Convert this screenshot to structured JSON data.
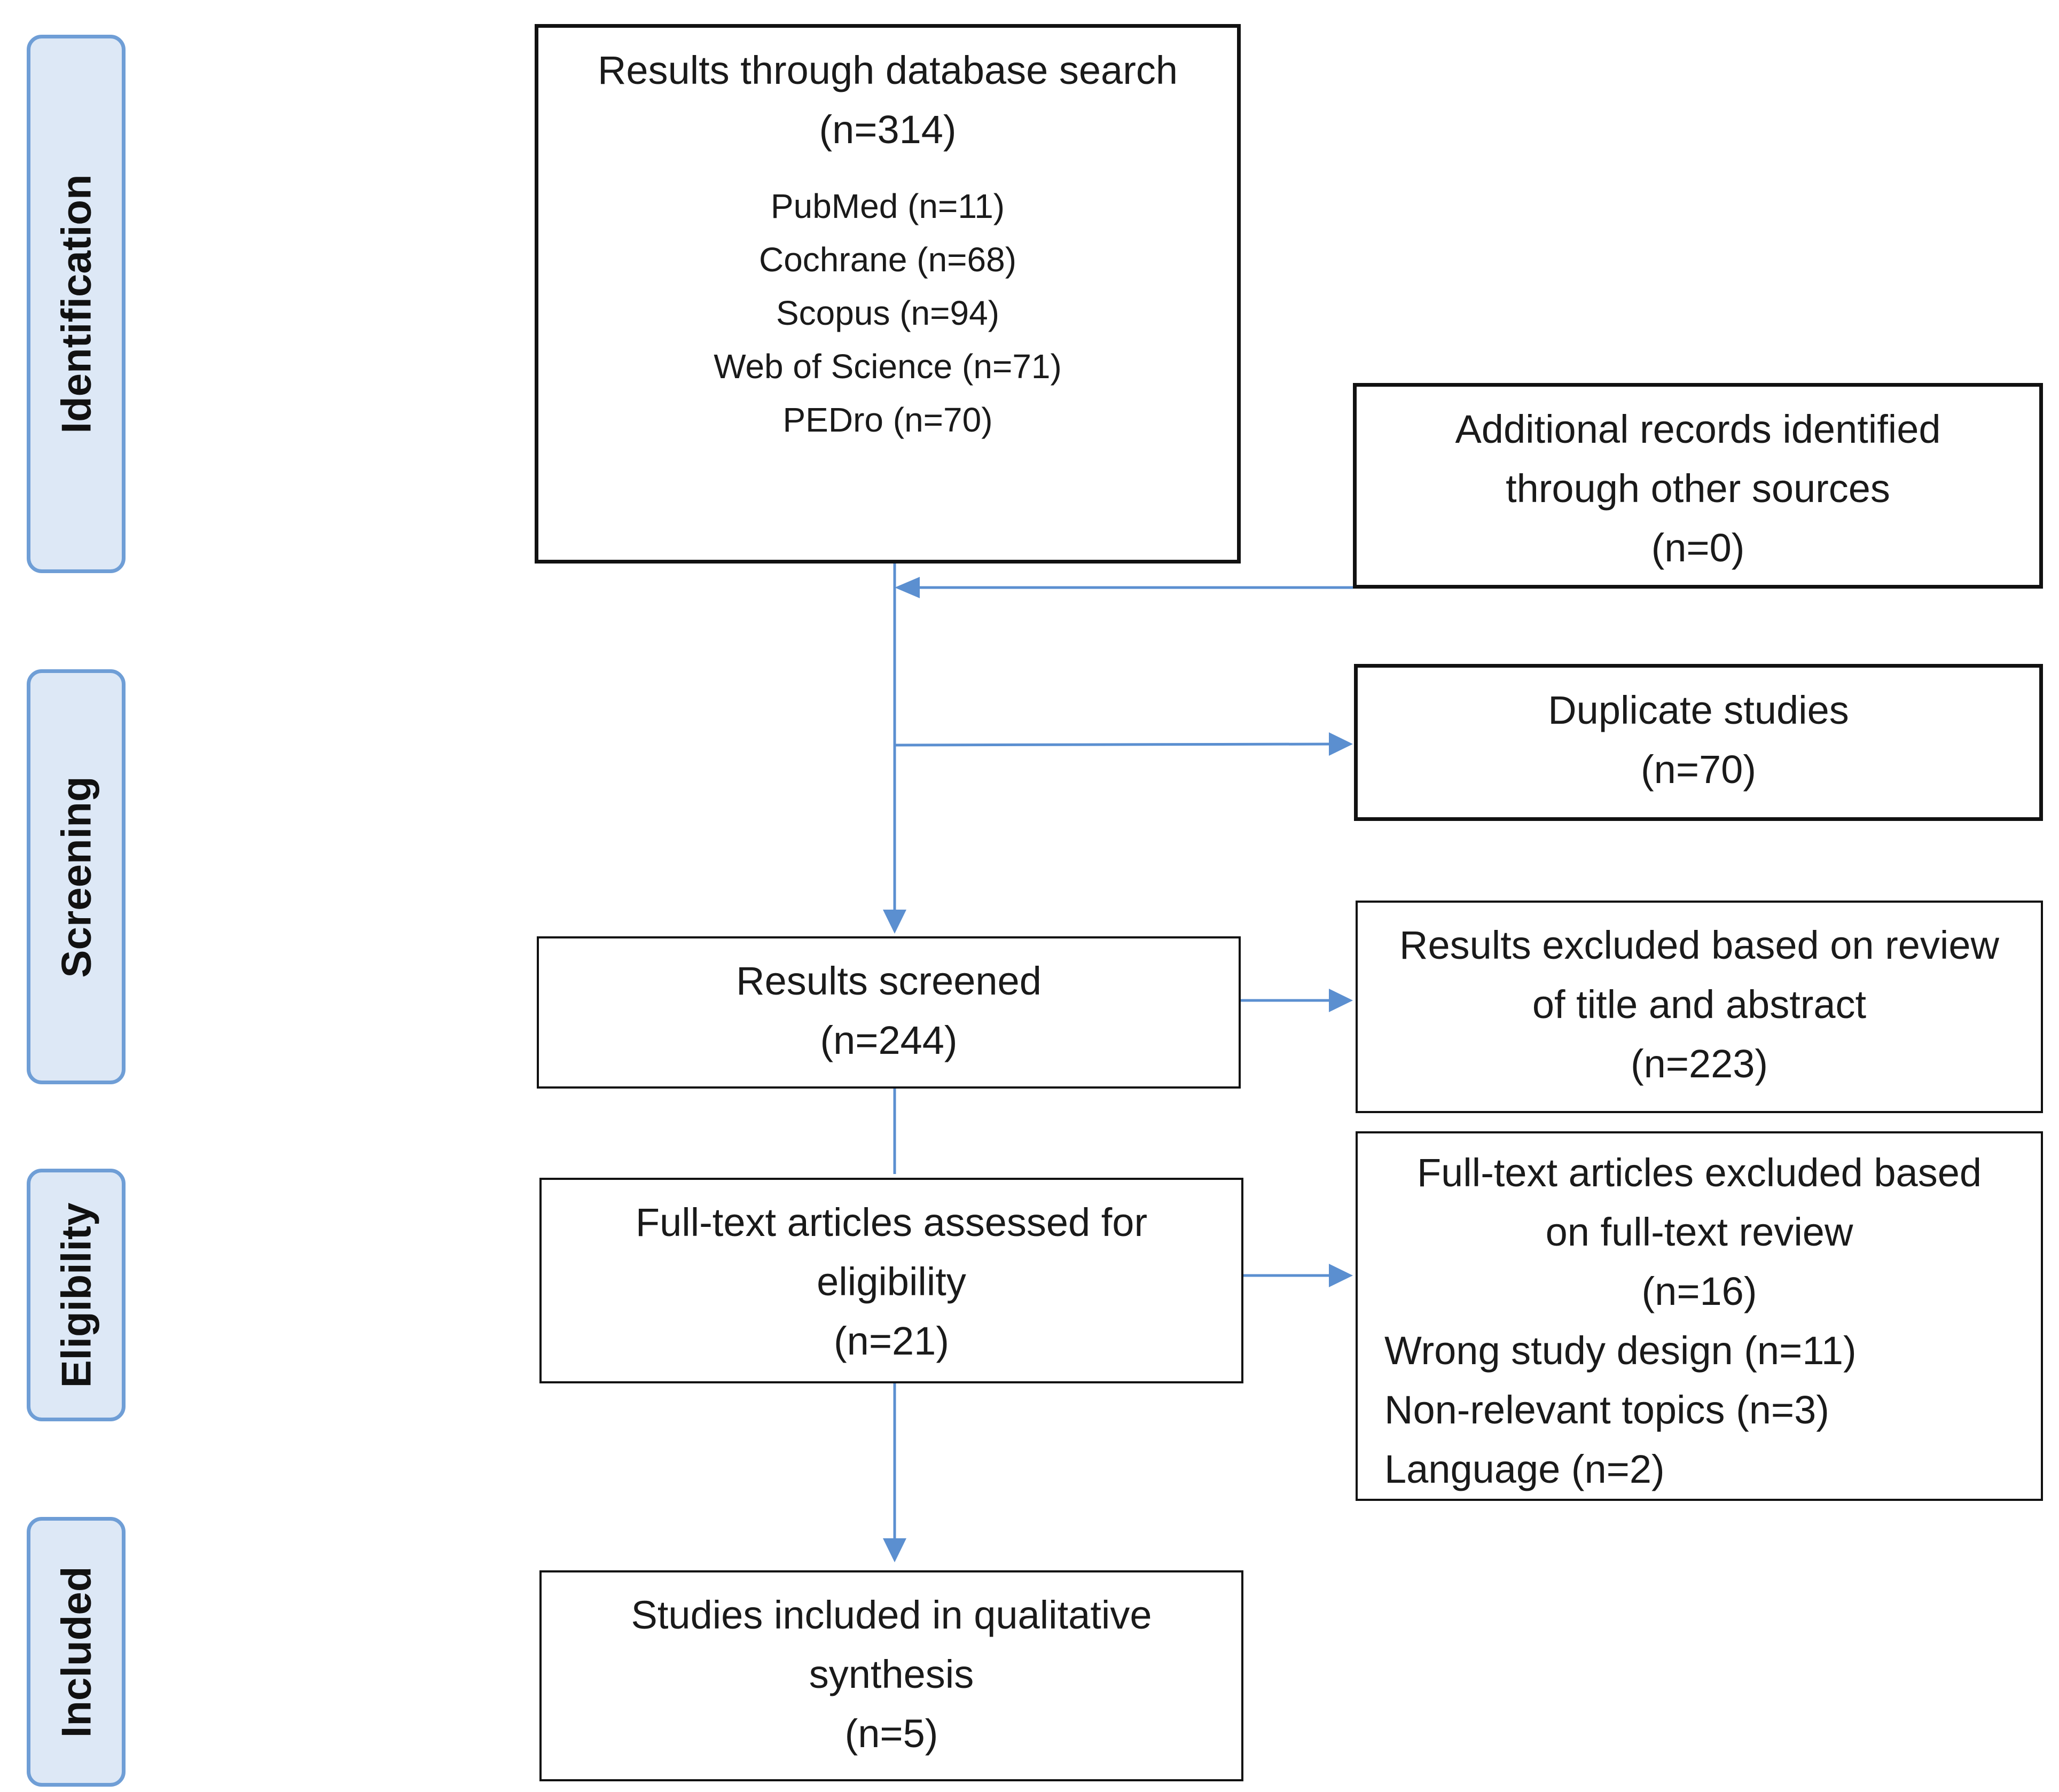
{
  "stages": {
    "identification": "Identification",
    "screening": "Screening",
    "eligibility": "Eligibility",
    "included": "Included"
  },
  "database_search": {
    "title": "Results through database search",
    "count": "(n=314)",
    "sources": [
      "PubMed (n=11)",
      "Cochrane (n=68)",
      "Scopus (n=94)",
      "Web of Science (n=71)",
      "PEDro (n=70)"
    ]
  },
  "additional_records": {
    "line1": "Additional records identified",
    "line2": "through other sources",
    "count": "(n=0)"
  },
  "duplicates": {
    "title": "Duplicate studies",
    "count": "(n=70)"
  },
  "screened": {
    "title": "Results screened",
    "count": "(n=244)"
  },
  "excluded_title_abstract": {
    "line1": "Results excluded based on review",
    "line2": "of title and abstract",
    "count": "(n=223)"
  },
  "full_text_assessed": {
    "line1": "Full-text articles assessed for",
    "line2": "eligibility",
    "count": "(n=21)"
  },
  "full_text_excluded": {
    "line1": "Full-text articles excluded based",
    "line2": "on full-text review",
    "count": "(n=16)",
    "reasons": [
      "Wrong study design (n=11)",
      "Non-relevant topics (n=3)",
      "Language (n=2)"
    ]
  },
  "included_studies": {
    "line1": "Studies included in qualitative",
    "line2": "synthesis",
    "count": "(n=5)"
  },
  "colors": {
    "connector": "#5b8fd0",
    "stage_border": "#6f9ed6",
    "stage_fill": "#dde8f6",
    "box_border": "#111111"
  }
}
